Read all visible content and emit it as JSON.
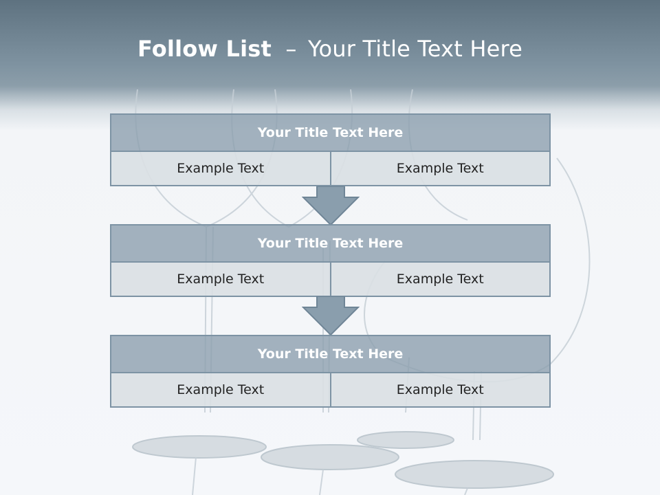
{
  "slide": {
    "title_bold": "Follow List",
    "title_separator": "–",
    "title_rest": "Your Title Text Here"
  },
  "blocks": [
    {
      "title": "Your Title Text Here",
      "left": "Example Text",
      "right": "Example Text"
    },
    {
      "title": "Your Title Text Here",
      "left": "Example Text",
      "right": "Example Text"
    },
    {
      "title": "Your Title Text Here",
      "left": "Example Text",
      "right": "Example Text"
    }
  ],
  "colors": {
    "header_band": "#7f93a1",
    "block_head": "#8a9ead",
    "block_cell": "#dae0e4",
    "border": "#7d93a4",
    "arrow": "#8a9ead"
  },
  "icons": [
    "down-arrow-icon",
    "down-arrow-icon"
  ]
}
